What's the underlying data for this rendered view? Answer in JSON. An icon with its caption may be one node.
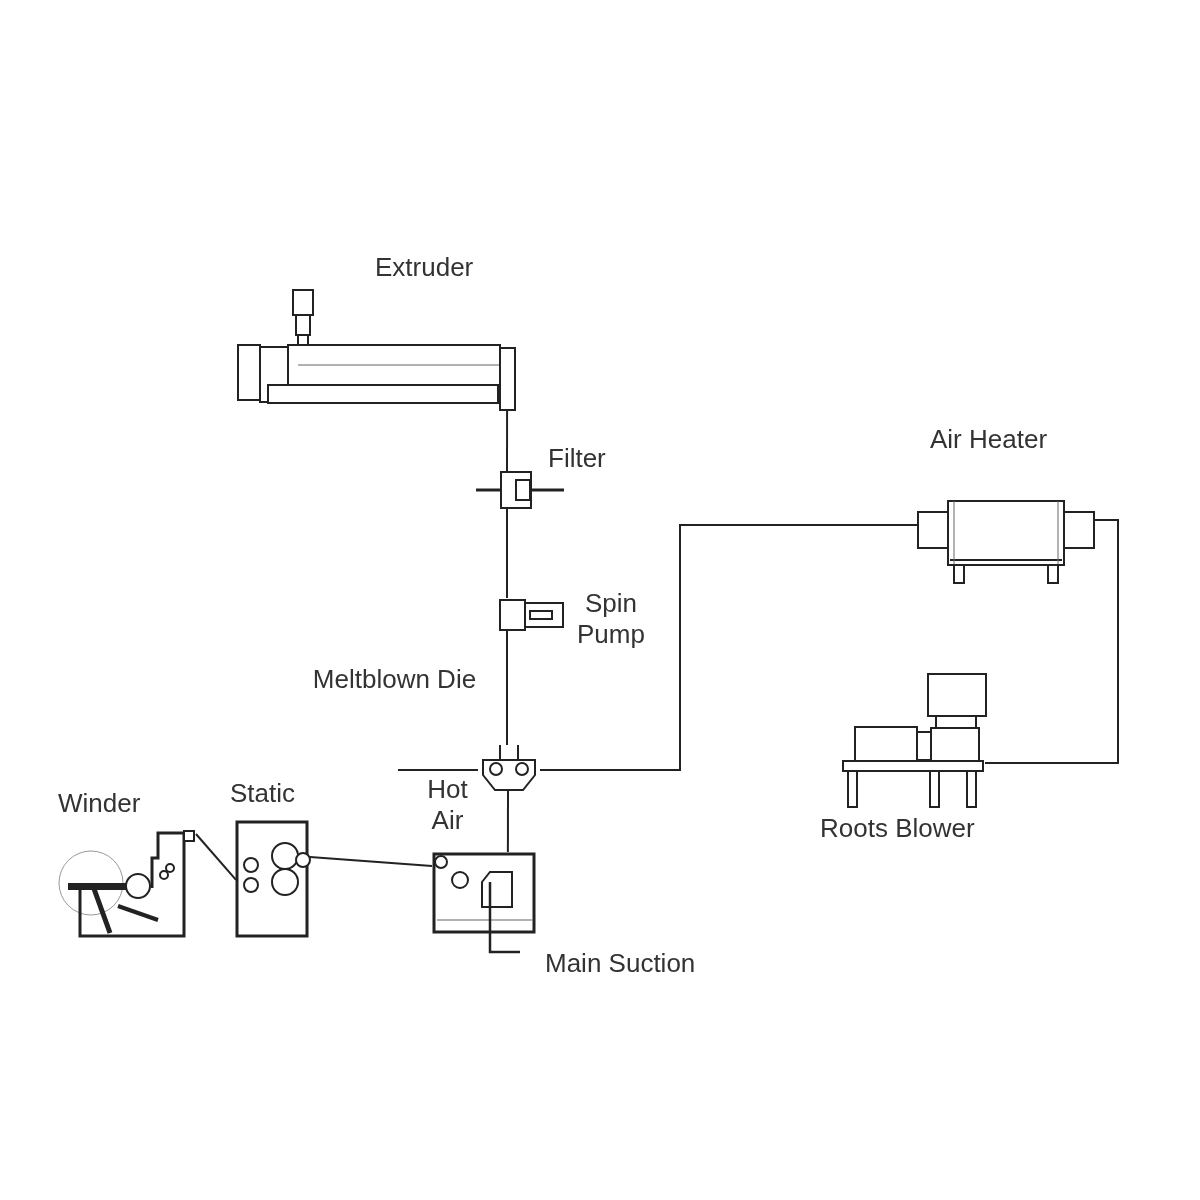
{
  "diagram": {
    "nodes": [
      {
        "text": [],
        "shape": "picture",
        "beside": [
          "Extruder"
        ]
      },
      {
        "text": [],
        "shape": "picture",
        "beside": [
          "Filter"
        ]
      },
      {
        "text": [],
        "shape": "picture",
        "beside": [
          "Spin Pump"
        ]
      },
      {
        "text": [],
        "shape": "picture",
        "beside": [
          "Meltblown Die"
        ]
      },
      {
        "text": [],
        "shape": "picture",
        "beside": [
          "Air Heater"
        ]
      },
      {
        "text": [],
        "shape": "picture",
        "beside": [
          "Roots Blower"
        ]
      },
      {
        "text": [],
        "shape": "picture"
      },
      {
        "text": [],
        "shape": "picture",
        "beside": [
          "Static"
        ]
      },
      {
        "text": [],
        "shape": "picture",
        "beside": [
          "Winder"
        ]
      }
    ],
    "edges": [
      {
        "from": 0,
        "to": 1,
        "arrow": "none"
      },
      {
        "from": 1,
        "to": 2,
        "arrow": "none"
      },
      {
        "from": 2,
        "to": 3,
        "arrow": "none"
      },
      {
        "from": 4,
        "to": 3,
        "arrow": "none"
      },
      {
        "from": 5,
        "to": 4,
        "arrow": "none"
      },
      {
        "from": 3,
        "to": 6,
        "arrow": "none"
      },
      {
        "from": 6,
        "to": 7,
        "arrow": "none"
      },
      {
        "from": 7,
        "to": 8,
        "arrow": "none"
      }
    ],
    "labels": [
      "Hot Air",
      "Main Suction"
    ]
  }
}
